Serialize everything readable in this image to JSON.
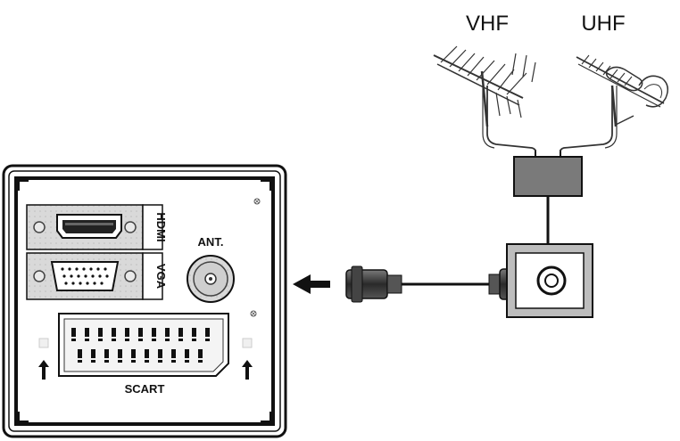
{
  "antennas": {
    "vhf_label": "VHF",
    "uhf_label": "UHF"
  },
  "tv_panel": {
    "hdmi_label": "HDMI",
    "vga_label": "VGA",
    "ant_label": "ANT.",
    "scart_label": "SCART"
  }
}
